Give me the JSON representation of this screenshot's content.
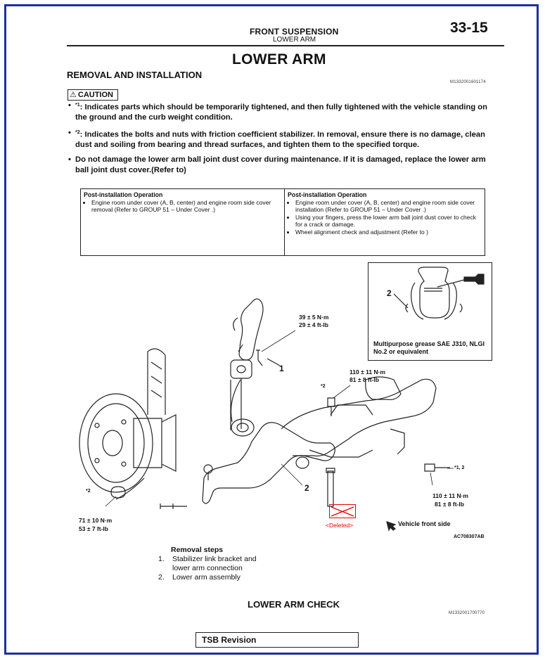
{
  "header": {
    "section": "FRONT SUSPENSION",
    "subsection": "LOWER ARM",
    "page_number": "33-15"
  },
  "title": "LOWER ARM",
  "removal": {
    "heading": "REMOVAL AND INSTALLATION",
    "doc_id": "M1332001601174"
  },
  "caution": {
    "label": "CAUTION",
    "items": [
      {
        "mark": "*1",
        "text": ": Indicates parts which should be temporarily tightened, and then fully tightened with the vehicle standing on the ground and the curb weight condition."
      },
      {
        "mark": "*2",
        "text": ": Indicates the bolts and nuts with friction coefficient stabilizer. In removal, ensure there is no damage, clean dust and soiling from bearing and thread surfaces, and tighten them to the specified torque."
      },
      {
        "mark": "",
        "text": "Do not damage the lower arm ball joint dust cover during maintenance. If it is damaged, replace the lower arm ball joint dust cover.(Refer to)"
      }
    ]
  },
  "operations_table": {
    "left": {
      "heading": "Post-installation Operation",
      "items": [
        "Engine room under cover (A, B, center) and engine room side cover removal (Refer to GROUP 51 – Under Cover .)"
      ]
    },
    "right": {
      "heading": "Post-installation Operation",
      "items": [
        "Engine room under cover (A, B, center) and engine room side cover installation (Refer to GROUP 51 – Under Cover .)",
        "Using your fingers, press the lower arm ball joint dust cover to check for a crack or damage.",
        "Wheel alignment check and adjustment (Refer to )"
      ]
    }
  },
  "inset": {
    "callout": "2",
    "note": "Multipurpose grease SAE J310, NLGI No.2 or equivalent"
  },
  "diagram": {
    "torque_1_nm": "39 ± 5 N·m",
    "torque_1_ftlb": "29 ± 4 ft-lb",
    "torque_2_nm": "110 ± 11 N·m",
    "torque_2_ftlb": "81 ± 8 ft-lb",
    "torque_3_nm": "110 ± 11 N·m",
    "torque_3_ftlb": "81 ± 8 ft-lb",
    "torque_4_nm": "71 ± 10 N·m",
    "torque_4_ftlb": "53 ± 7 ft-lb",
    "mark_2a": "*2",
    "mark_2b": "*2",
    "mark_12": "*1, 2",
    "callout_1": "1",
    "callout_2": "2",
    "deleted": "<Deleted>",
    "vehicle_front": "Vehicle front side",
    "figure_id": "AC708307AB"
  },
  "removal_steps": {
    "heading": "Removal steps",
    "steps": [
      {
        "num": "1.",
        "text": "Stabilizer link bracket and"
      },
      {
        "num": "",
        "text": "lower arm connection"
      },
      {
        "num": "2.",
        "text": "Lower arm assembly"
      }
    ]
  },
  "check": {
    "heading": "LOWER ARM CHECK",
    "doc_id": "M1332001700770"
  },
  "footer": {
    "tsb": "TSB Revision"
  }
}
